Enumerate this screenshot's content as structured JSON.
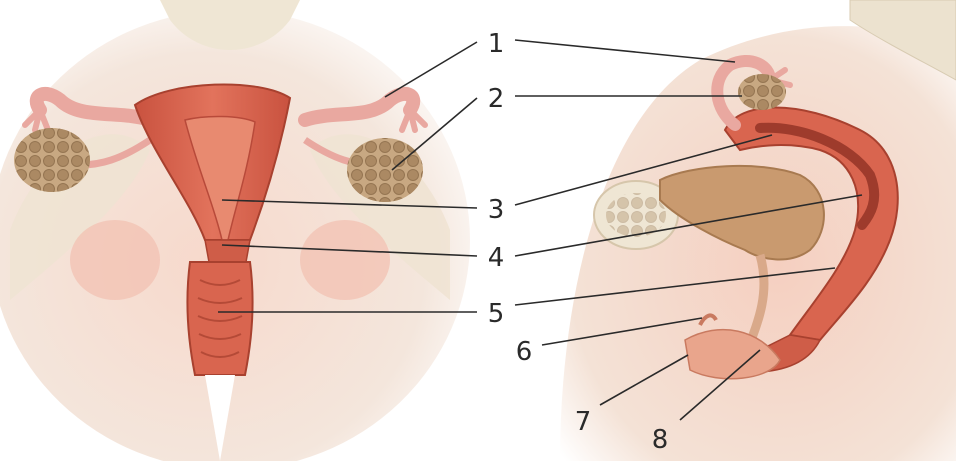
{
  "diagram": {
    "views": [
      {
        "name": "front-view"
      },
      {
        "name": "side-view"
      }
    ],
    "labels": [
      {
        "id": "1",
        "text": "1"
      },
      {
        "id": "2",
        "text": "2"
      },
      {
        "id": "3",
        "text": "3"
      },
      {
        "id": "4",
        "text": "4"
      },
      {
        "id": "5",
        "text": "5"
      },
      {
        "id": "6",
        "text": "6"
      },
      {
        "id": "7",
        "text": "7"
      },
      {
        "id": "8",
        "text": "8"
      }
    ],
    "colors": {
      "background": "#ffffff",
      "bone": "#efe6d4",
      "skin": "#f6d3c4",
      "uterus_wall": "#d9654f",
      "uterus_inner": "#b84a3a",
      "tube": "#e9a8a0",
      "ovary": "#b0916a",
      "bladder": "#c99a6f",
      "leader_line": "#2a2a2a"
    }
  }
}
